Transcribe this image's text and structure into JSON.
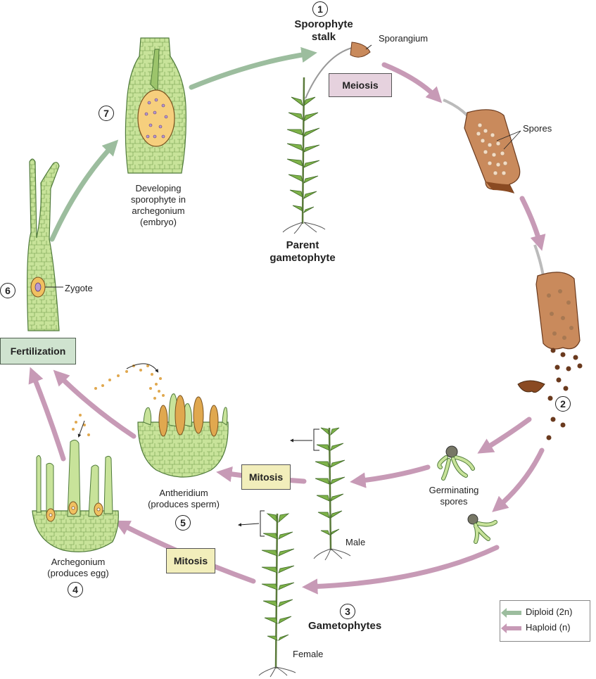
{
  "steps": [
    "1",
    "2",
    "3",
    "4",
    "5",
    "6",
    "7"
  ],
  "labels": {
    "sporophyte_stalk": [
      "Sporophyte",
      "stalk"
    ],
    "sporangium": "Sporangium",
    "spores": "Spores",
    "parent_gametophyte": [
      "Parent",
      "gametophyte"
    ],
    "germinating_spores": [
      "Germinating",
      "spores"
    ],
    "male": "Male",
    "female": "Female",
    "gametophytes": "Gametophytes",
    "antheridium": [
      "Antheridium",
      "(produces sperm)"
    ],
    "archegonium": [
      "Archegonium",
      "(produces egg)"
    ],
    "zygote": "Zygote",
    "developing_sporophyte": [
      "Developing",
      "sporophyte in",
      "archegonium",
      "(embryo)"
    ]
  },
  "processes": {
    "meiosis": "Meiosis",
    "mitosis_1": "Mitosis",
    "mitosis_2": "Mitosis",
    "fertilization": "Fertilization"
  },
  "legend": {
    "diploid": "Diploid (2n)",
    "haploid": "Haploid (n)"
  },
  "colors": {
    "diploid_arrow": "#9cbd9e",
    "haploid_arrow": "#c79ab6",
    "tissue_green": "#c8e39a",
    "tissue_outline": "#4f7a3a",
    "capsule_brown": "#c98a5c",
    "meiosis_box": "#e6d2de",
    "mitosis_box": "#f2eebb",
    "fertilization_box": "#cfe3cf"
  }
}
